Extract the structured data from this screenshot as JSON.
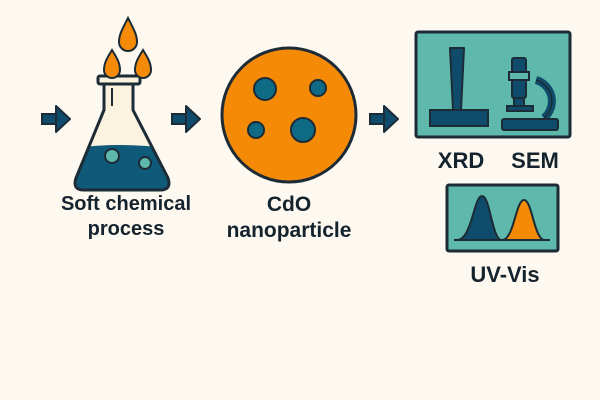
{
  "colors": {
    "background": "#fdf9f1",
    "dark_teal": "#0f4c6b",
    "orange": "#f58a07",
    "teal_panel": "#5fb8ac",
    "outline": "#1c2b36",
    "flask_glass": "#fbf2df"
  },
  "icons": [
    "flask-icon",
    "drop-icon",
    "nanoparticle-icon",
    "xrd-icon",
    "microscope-icon",
    "spectrum-icon",
    "arrow-right-icon"
  ],
  "steps": [
    {
      "id": "process",
      "label_lines": [
        "Soft chemical",
        "process"
      ]
    },
    {
      "id": "nanoparticle",
      "label_lines": [
        "CdO",
        "nanoparticle"
      ]
    }
  ],
  "characterization": {
    "xrd_label": "XRD",
    "sem_label": "SEM",
    "uvvis_label": "UV-Vis"
  }
}
